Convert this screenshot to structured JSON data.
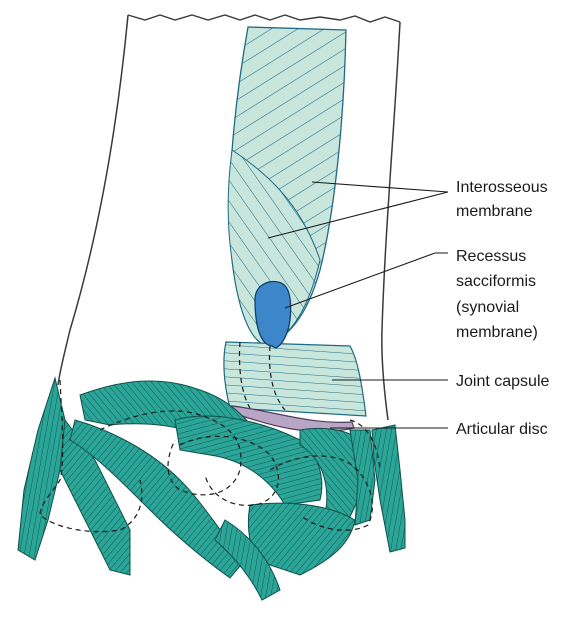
{
  "labels": {
    "interosseous_1": "Interosseous",
    "interosseous_2": "membrane",
    "recessus_1": "Recessus",
    "recessus_2": "sacciformis",
    "recessus_3": "(synovial",
    "recessus_4": "membrane)",
    "joint_capsule": "Joint capsule",
    "articular_disc": "Articular disc"
  },
  "colors": {
    "bone_outline": "#3a3a3a",
    "membrane_fill": "#c9e6dd",
    "membrane_lines": "#1d6a83",
    "ligament_fill": "#2aa597",
    "ligament_lines": "#0f4f4a",
    "synovial_fill": "#3d86c9",
    "disc_fill": "#b9a6c7",
    "leader_line": "#1a1a1a"
  }
}
